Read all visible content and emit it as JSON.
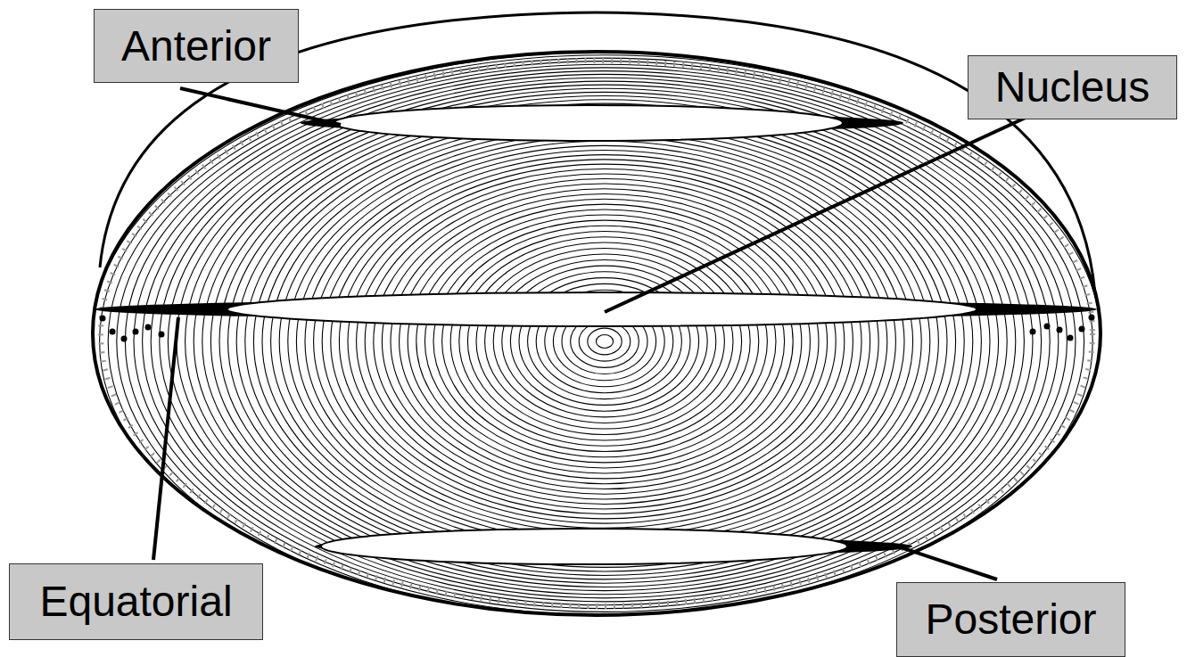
{
  "diagram": {
    "nodes": [
      {
        "text": [
          "Anterior"
        ]
      },
      {
        "text": [
          "Nucleus"
        ]
      },
      {
        "text": [
          "Equatorial"
        ]
      },
      {
        "text": [
          "Posterior"
        ]
      }
    ]
  }
}
